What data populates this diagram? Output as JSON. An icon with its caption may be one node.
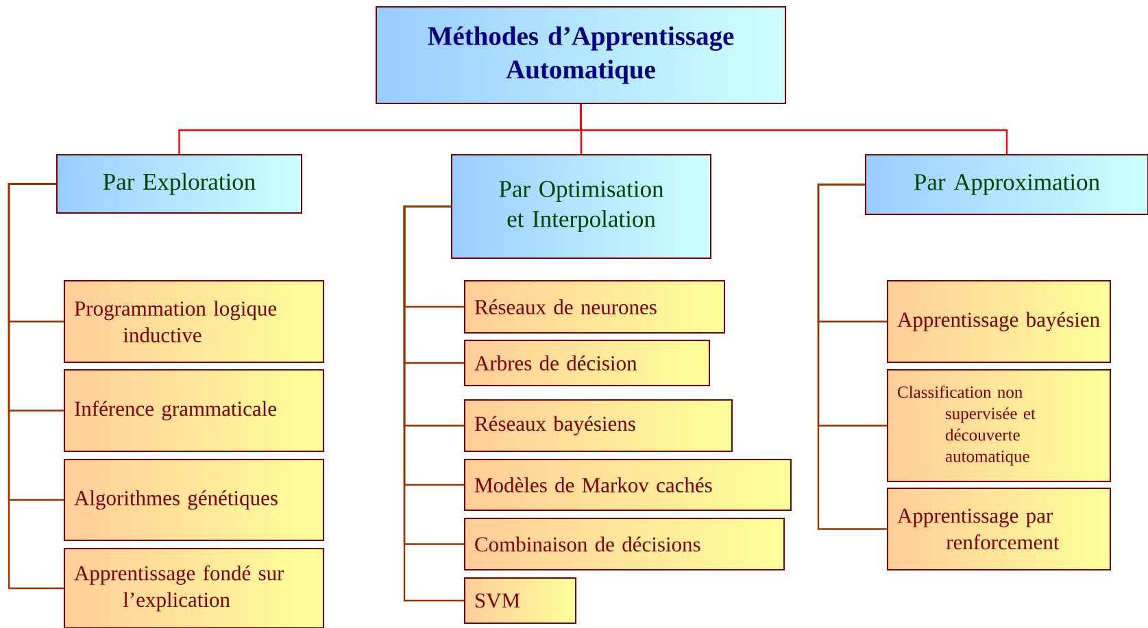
{
  "diagram": {
    "nodes": [
      {
        "text": [
          "Méthodes d’Apprentissage Automatique"
        ]
      },
      {
        "text": [
          "Par Exploration"
        ]
      },
      {
        "text": [
          "Par Optimisation et Interpolation"
        ]
      },
      {
        "text": [
          "Par Approximation"
        ]
      },
      {
        "text": [
          "Programmation logique inductive"
        ]
      },
      {
        "text": [
          "Inférence grammaticale"
        ]
      },
      {
        "text": [
          "Algorithmes génétiques"
        ]
      },
      {
        "text": [
          "Apprentissage fondé sur l’explication"
        ]
      },
      {
        "text": [
          "Réseaux de neurones"
        ]
      },
      {
        "text": [
          "Arbres de décision"
        ]
      },
      {
        "text": [
          "Réseaux bayésiens"
        ]
      },
      {
        "text": [
          "Modèles de Markov cachés"
        ]
      },
      {
        "text": [
          "Combinaison de décisions"
        ]
      },
      {
        "text": [
          "SVM"
        ]
      },
      {
        "text": [
          "Apprentissage bayésien"
        ]
      },
      {
        "text": [
          "Classification non supervisée et découverte automatique"
        ]
      },
      {
        "text": [
          "Apprentissage par renforcement"
        ]
      }
    ],
    "edges": [
      {
        "from": 0,
        "to": 1,
        "arrow": "none",
        "color": "#ff0000"
      },
      {
        "from": 0,
        "to": 2,
        "arrow": "none",
        "color": "#ff0000"
      },
      {
        "from": 0,
        "to": 3,
        "arrow": "none",
        "color": "#ff0000"
      },
      {
        "from": 1,
        "to": 4,
        "arrow": "none"
      },
      {
        "from": 1,
        "to": 5,
        "arrow": "none"
      },
      {
        "from": 1,
        "to": 6,
        "arrow": "none"
      },
      {
        "from": 1,
        "to": 7,
        "arrow": "none"
      },
      {
        "from": 2,
        "to": 8,
        "arrow": "none"
      },
      {
        "from": 2,
        "to": 9,
        "arrow": "none"
      },
      {
        "from": 2,
        "to": 10,
        "arrow": "none"
      },
      {
        "from": 2,
        "to": 11,
        "arrow": "none"
      },
      {
        "from": 2,
        "to": 12,
        "arrow": "none"
      },
      {
        "from": 2,
        "to": 13,
        "arrow": "none"
      },
      {
        "from": 3,
        "to": 14,
        "arrow": "none"
      },
      {
        "from": 3,
        "to": 15,
        "arrow": "none"
      },
      {
        "from": 3,
        "to": 16,
        "arrow": "none"
      }
    ]
  }
}
